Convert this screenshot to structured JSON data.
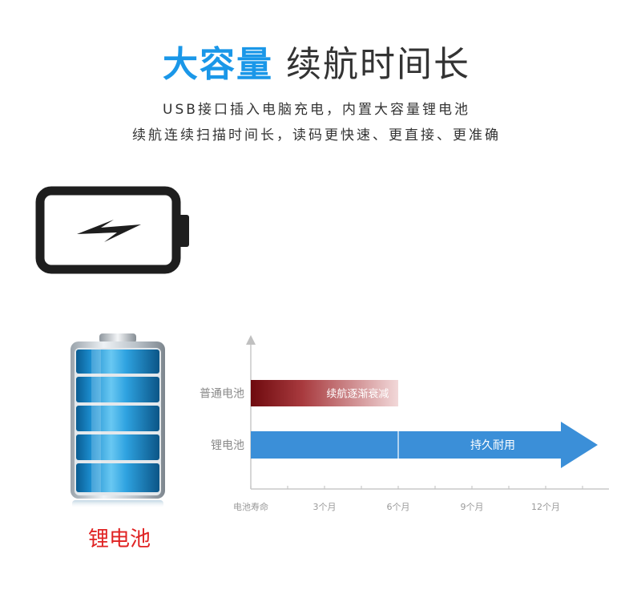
{
  "header": {
    "title_highlight": "大容量",
    "title_rest": "续航时间长",
    "subtitle_line1": "USB接口插入电脑充电，内置大容量锂电池",
    "subtitle_line2": "续航连续扫描时间长，读码更快速、更直接、更准确"
  },
  "battery_caption": "锂电池",
  "icons": [
    "battery-charging-icon",
    "lithium-battery-icon"
  ],
  "colors": {
    "accent_blue": "#1a97e8",
    "caption_red": "#e02323",
    "bar_red": "#7a0c10",
    "bar_blue": "#3b8fd8"
  },
  "chart_data": {
    "type": "bar",
    "orientation": "horizontal",
    "categories": [
      "普通电池",
      "锂电池"
    ],
    "x_ticks": [
      "电池寿命",
      "3个月",
      "6个月",
      "9个月",
      "12个月"
    ],
    "x_tick_values": [
      0,
      3,
      6,
      9,
      12
    ],
    "series": [
      {
        "category": "普通电池",
        "start": 0,
        "end": 6,
        "label": "续航逐渐衰减",
        "style": "fading"
      },
      {
        "category": "锂电池",
        "start": 0,
        "end": 14,
        "label": "持久耐用",
        "style": "arrow"
      }
    ],
    "xlim": [
      0,
      14.6
    ]
  }
}
